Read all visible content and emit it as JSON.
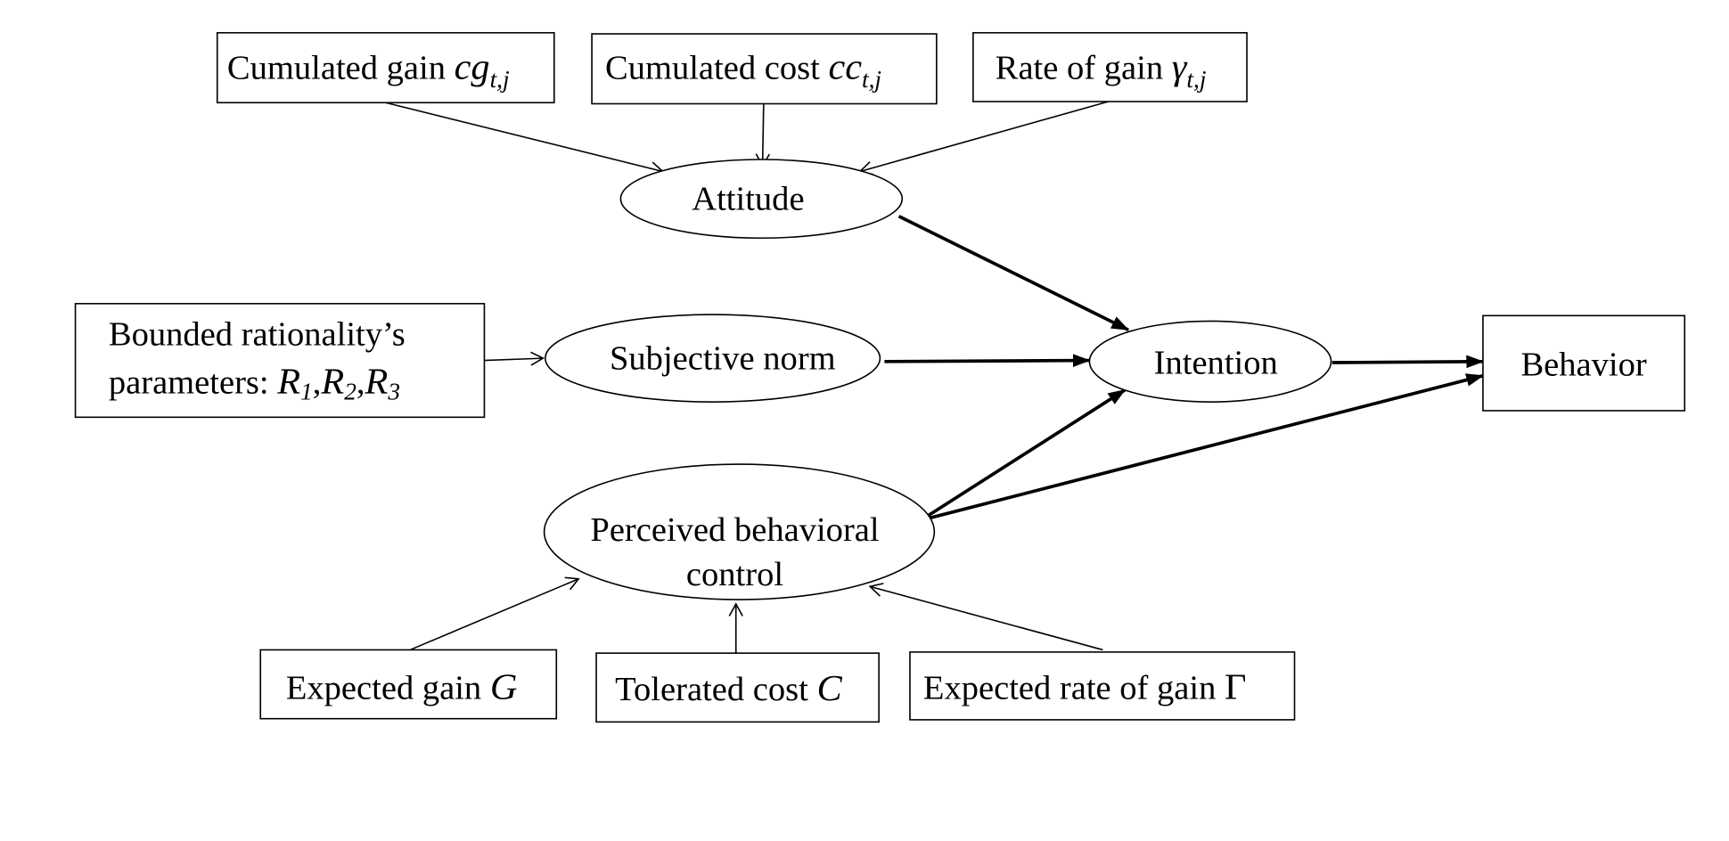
{
  "nodes": {
    "cumulated_gain": {
      "label": "Cumulated gain ",
      "symbol": "cg",
      "subscript": "t,j"
    },
    "cumulated_cost": {
      "label": "Cumulated cost ",
      "symbol": "cc",
      "subscript": "t,j"
    },
    "rate_of_gain": {
      "label": "Rate of gain ",
      "symbol": "γ",
      "subscript": "t,j"
    },
    "attitude": {
      "label": "Attitude"
    },
    "bounded_rationality": {
      "line1": "Bounded rationality’s",
      "line2": "parameters: ",
      "r": "R",
      "s1": "1",
      "s2": "2",
      "s3": "3",
      "comma": ","
    },
    "subjective_norm": {
      "label": "Subjective norm"
    },
    "intention": {
      "label": "Intention"
    },
    "behavior": {
      "label": "Behavior"
    },
    "perceived_control": {
      "line1": "Perceived behavioral",
      "line2": "control"
    },
    "expected_gain": {
      "label": "Expected gain ",
      "symbol": "G"
    },
    "tolerated_cost": {
      "label": "Tolerated cost ",
      "symbol": "C"
    },
    "expected_rate": {
      "label": "Expected rate of gain ",
      "symbol": "Γ"
    }
  },
  "edges": [
    {
      "from": "cumulated_gain",
      "to": "attitude",
      "style": "thin"
    },
    {
      "from": "cumulated_cost",
      "to": "attitude",
      "style": "thin"
    },
    {
      "from": "rate_of_gain",
      "to": "attitude",
      "style": "thin"
    },
    {
      "from": "bounded_rationality",
      "to": "subjective_norm",
      "style": "thin"
    },
    {
      "from": "expected_gain",
      "to": "perceived_control",
      "style": "thin"
    },
    {
      "from": "tolerated_cost",
      "to": "perceived_control",
      "style": "thin"
    },
    {
      "from": "expected_rate",
      "to": "perceived_control",
      "style": "thin"
    },
    {
      "from": "attitude",
      "to": "intention",
      "style": "thick"
    },
    {
      "from": "subjective_norm",
      "to": "intention",
      "style": "thick"
    },
    {
      "from": "intention",
      "to": "behavior",
      "style": "thick"
    },
    {
      "from": "perceived_control",
      "to": "intention",
      "style": "thick"
    },
    {
      "from": "perceived_control",
      "to": "behavior",
      "style": "thick"
    }
  ]
}
